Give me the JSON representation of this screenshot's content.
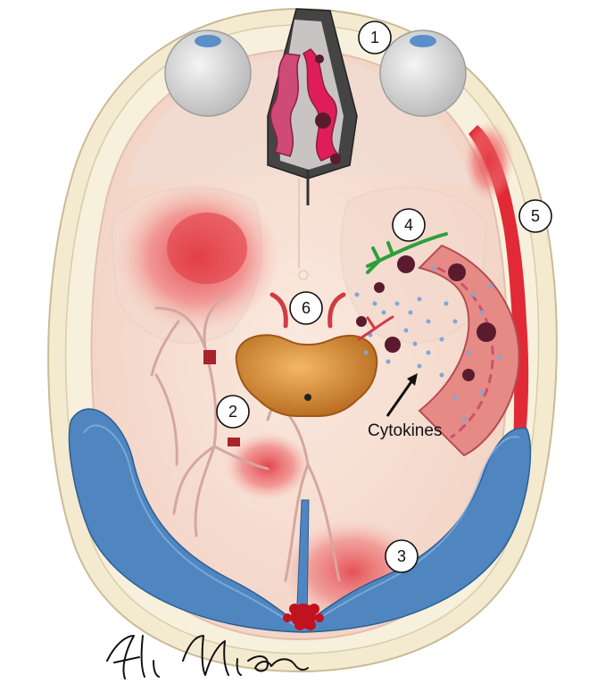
{
  "figure": {
    "callouts": [
      {
        "id": "1",
        "label": "1"
      },
      {
        "id": "2",
        "label": "2"
      },
      {
        "id": "3",
        "label": "3"
      },
      {
        "id": "4",
        "label": "4"
      },
      {
        "id": "5",
        "label": "5"
      },
      {
        "id": "6",
        "label": "6"
      }
    ],
    "annotation": "Cytokines",
    "signature": "Ali Mian"
  },
  "colors": {
    "skull": "#f2e6c8",
    "brain": "#f6dccf",
    "sinus_blue": "#4f86c0",
    "hemorrhage": "#e0303a",
    "brainstem": "#d48a2e",
    "inflammation_green": "#2e9e3c"
  }
}
